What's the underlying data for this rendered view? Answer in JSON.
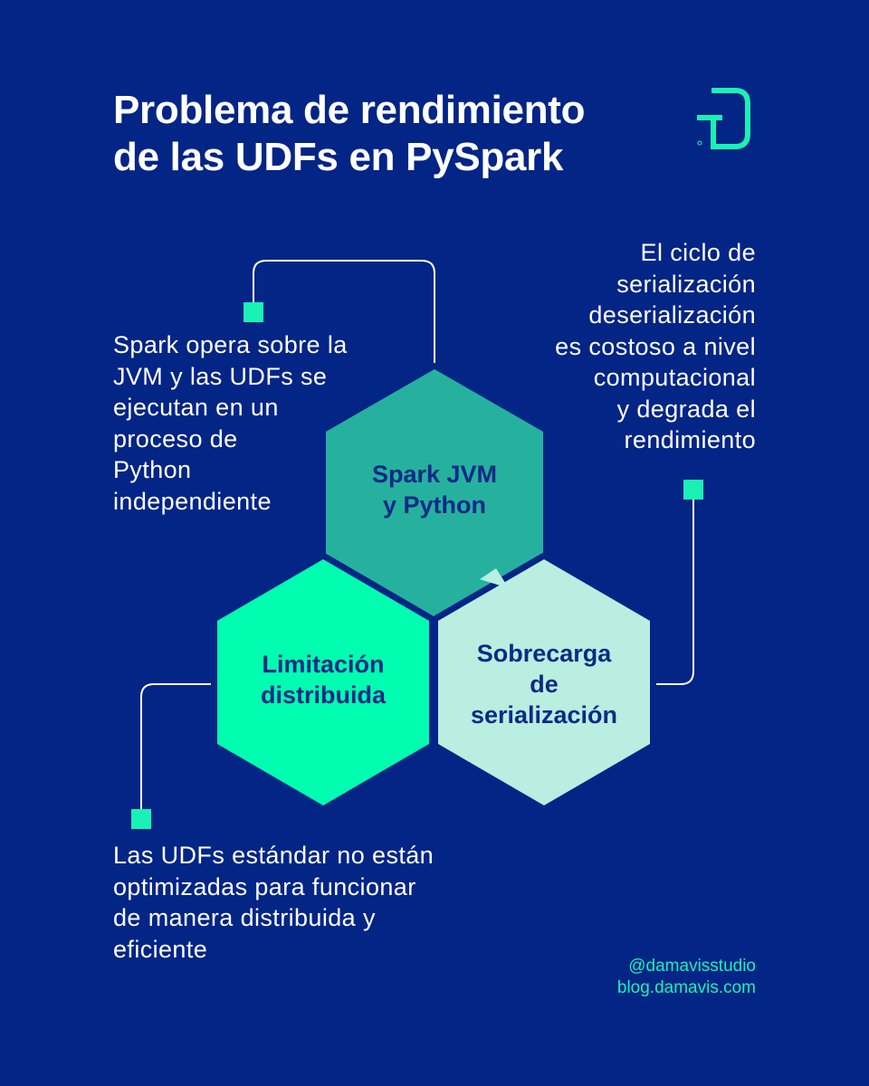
{
  "title": {
    "line1": "Problema de rendimiento",
    "line2": "de las UDFs en PySpark"
  },
  "hexagons": {
    "spark": {
      "line1": "Spark JVM",
      "line2": "y Python",
      "color": "#26b19f"
    },
    "limitacion": {
      "line1": "Limitación",
      "line2": "distribuida",
      "color": "#00fdb0"
    },
    "sobrecarga": {
      "line1": "Sobrecarga",
      "line2": "de",
      "line3": "serialización",
      "color": "#b9eee0"
    }
  },
  "notes": {
    "left": {
      "line1": "Spark opera sobre la",
      "line2": "JVM y las UDFs se",
      "line3": "ejecutan en un",
      "line4": "proceso de",
      "line5": "Python",
      "line6": "independiente"
    },
    "right": {
      "line1": "El ciclo de",
      "line2": "serialización",
      "line3": "deserialización",
      "line4": "es costoso a nivel",
      "line5": "computacional",
      "line6": "y degrada el",
      "line7": "rendimiento"
    },
    "bottom": {
      "line1": "Las UDFs estándar no están",
      "line2": "optimizadas para funcionar",
      "line3": "de manera distribuida y",
      "line4": "eficiente"
    }
  },
  "footer": {
    "handle": "@damavisstudio",
    "url": "blog.damavis.com"
  },
  "colors": {
    "background": "#022586",
    "accent": "#19f2b4",
    "text": "#ffffff"
  },
  "icons": {
    "logo": "damavis-d-logo-icon",
    "marker": "square-marker-icon"
  }
}
